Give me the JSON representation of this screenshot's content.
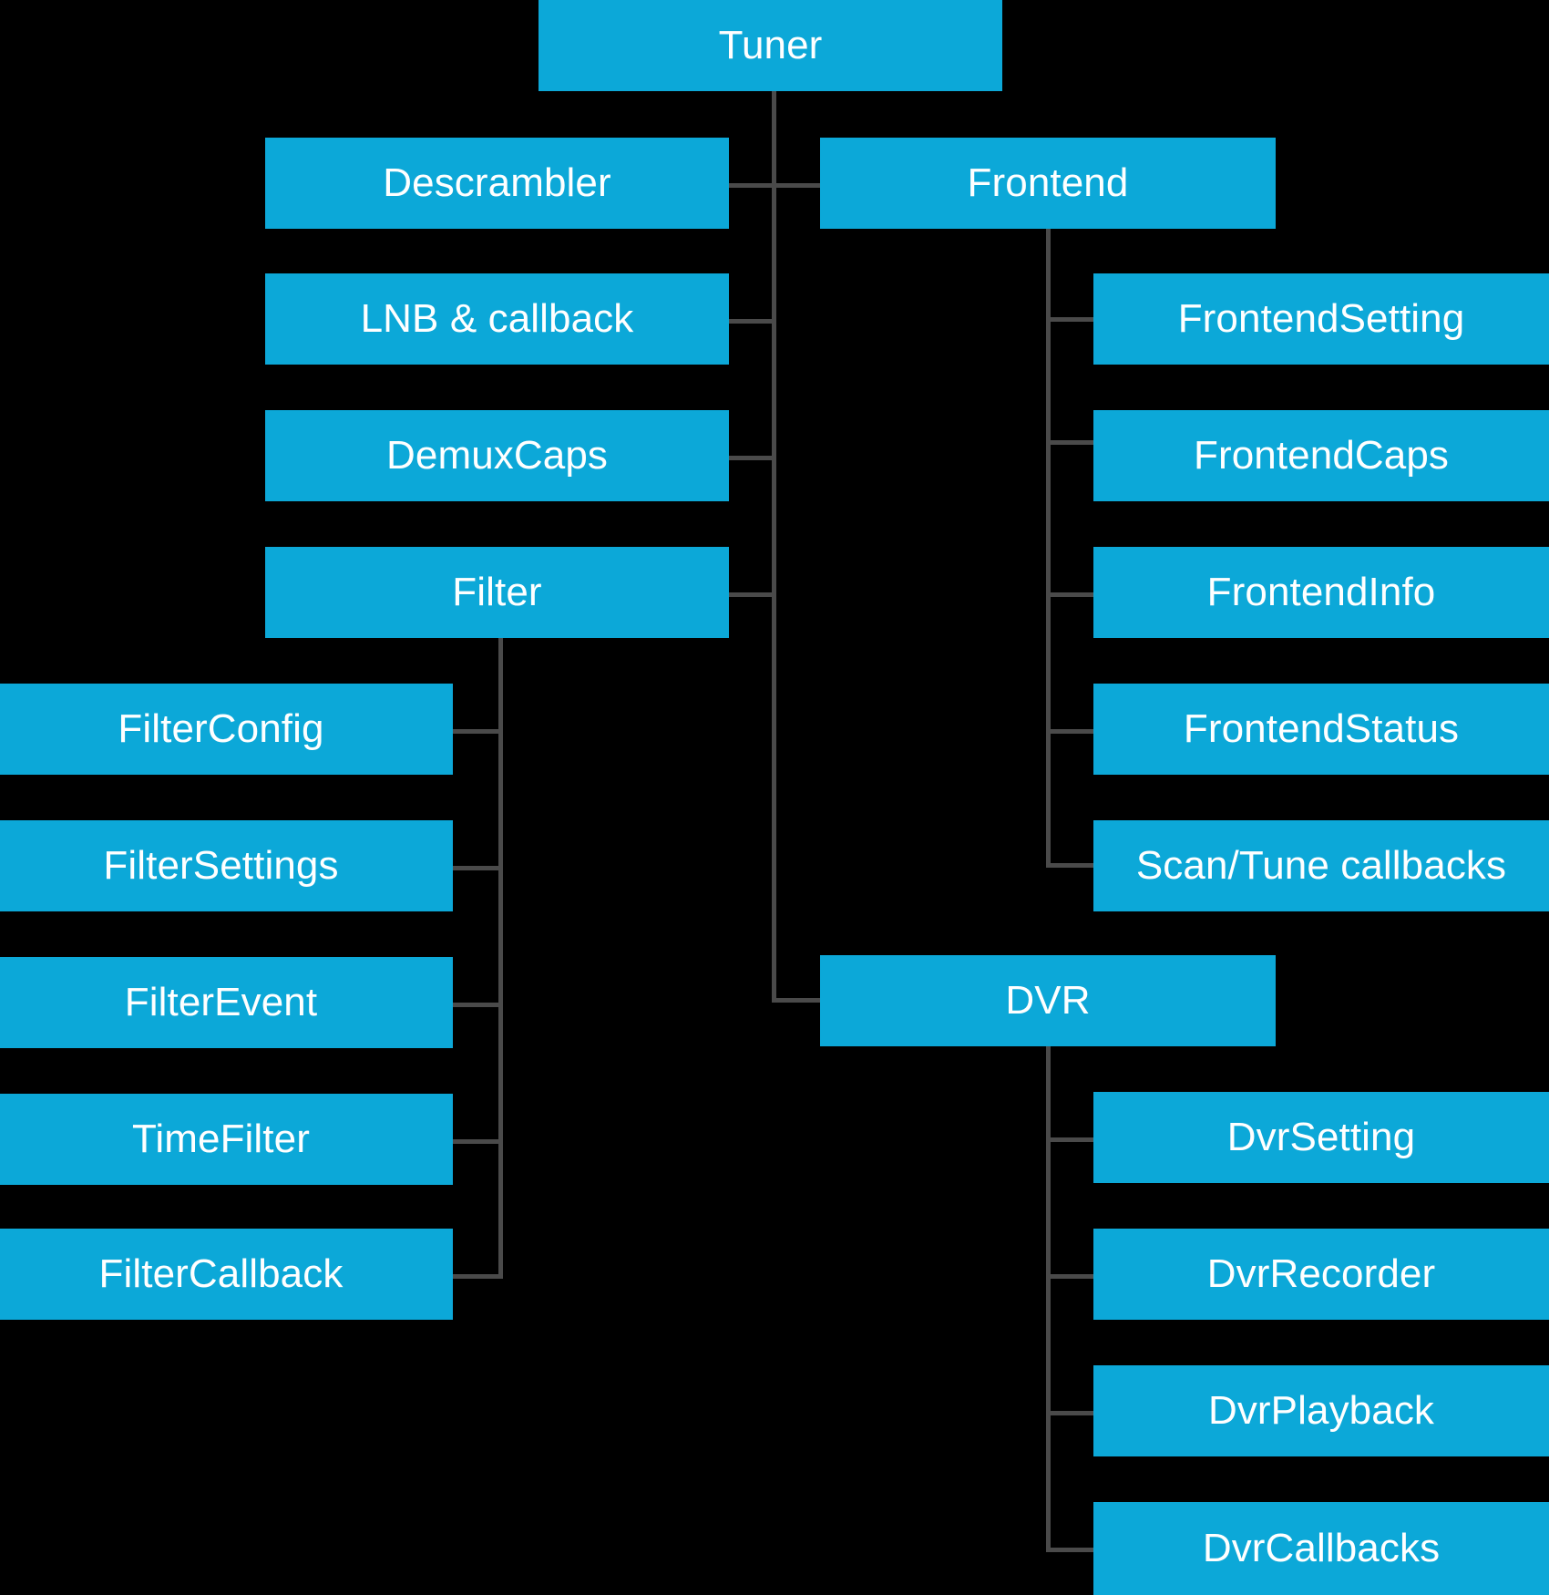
{
  "diagram": {
    "title": "Tuner API class hierarchy",
    "type": "tree",
    "background_color": "#000000",
    "node_color": "#0ca8d8",
    "node_text_color": "#ffffff",
    "edge_color": "#4a4a4a"
  },
  "nodes": {
    "root": {
      "label": "Tuner"
    },
    "descrambler": {
      "label": "Descrambler"
    },
    "lnb": {
      "label": "LNB & callback"
    },
    "demuxcaps": {
      "label": "DemuxCaps"
    },
    "filter": {
      "label": "Filter"
    },
    "frontend": {
      "label": "Frontend"
    },
    "frontend_setting": {
      "label": "FrontendSetting"
    },
    "frontend_caps": {
      "label": "FrontendCaps"
    },
    "frontend_info": {
      "label": "FrontendInfo"
    },
    "frontend_status": {
      "label": "FrontendStatus"
    },
    "scan_tune_callbacks": {
      "label": "Scan/Tune callbacks"
    },
    "filter_config": {
      "label": "FilterConfig"
    },
    "filter_settings": {
      "label": "FilterSettings"
    },
    "filter_event": {
      "label": "FilterEvent"
    },
    "time_filter": {
      "label": "TimeFilter"
    },
    "filter_callback": {
      "label": "FilterCallback"
    },
    "dvr": {
      "label": "DVR"
    },
    "dvr_setting": {
      "label": "DvrSetting"
    },
    "dvr_recorder": {
      "label": "DvrRecorder"
    },
    "dvr_playback": {
      "label": "DvrPlayback"
    },
    "dvr_callbacks": {
      "label": "DvrCallbacks"
    }
  },
  "hierarchy": {
    "Tuner": [
      "Descrambler",
      "LNB & callback",
      "DemuxCaps",
      "Filter",
      "Frontend",
      "DVR"
    ],
    "Filter": [
      "FilterConfig",
      "FilterSettings",
      "FilterEvent",
      "TimeFilter",
      "FilterCallback"
    ],
    "Frontend": [
      "FrontendSetting",
      "FrontendCaps",
      "FrontendInfo",
      "FrontendStatus",
      "Scan/Tune callbacks"
    ],
    "DVR": [
      "DvrSetting",
      "DvrRecorder",
      "DvrPlayback",
      "DvrCallbacks"
    ]
  }
}
